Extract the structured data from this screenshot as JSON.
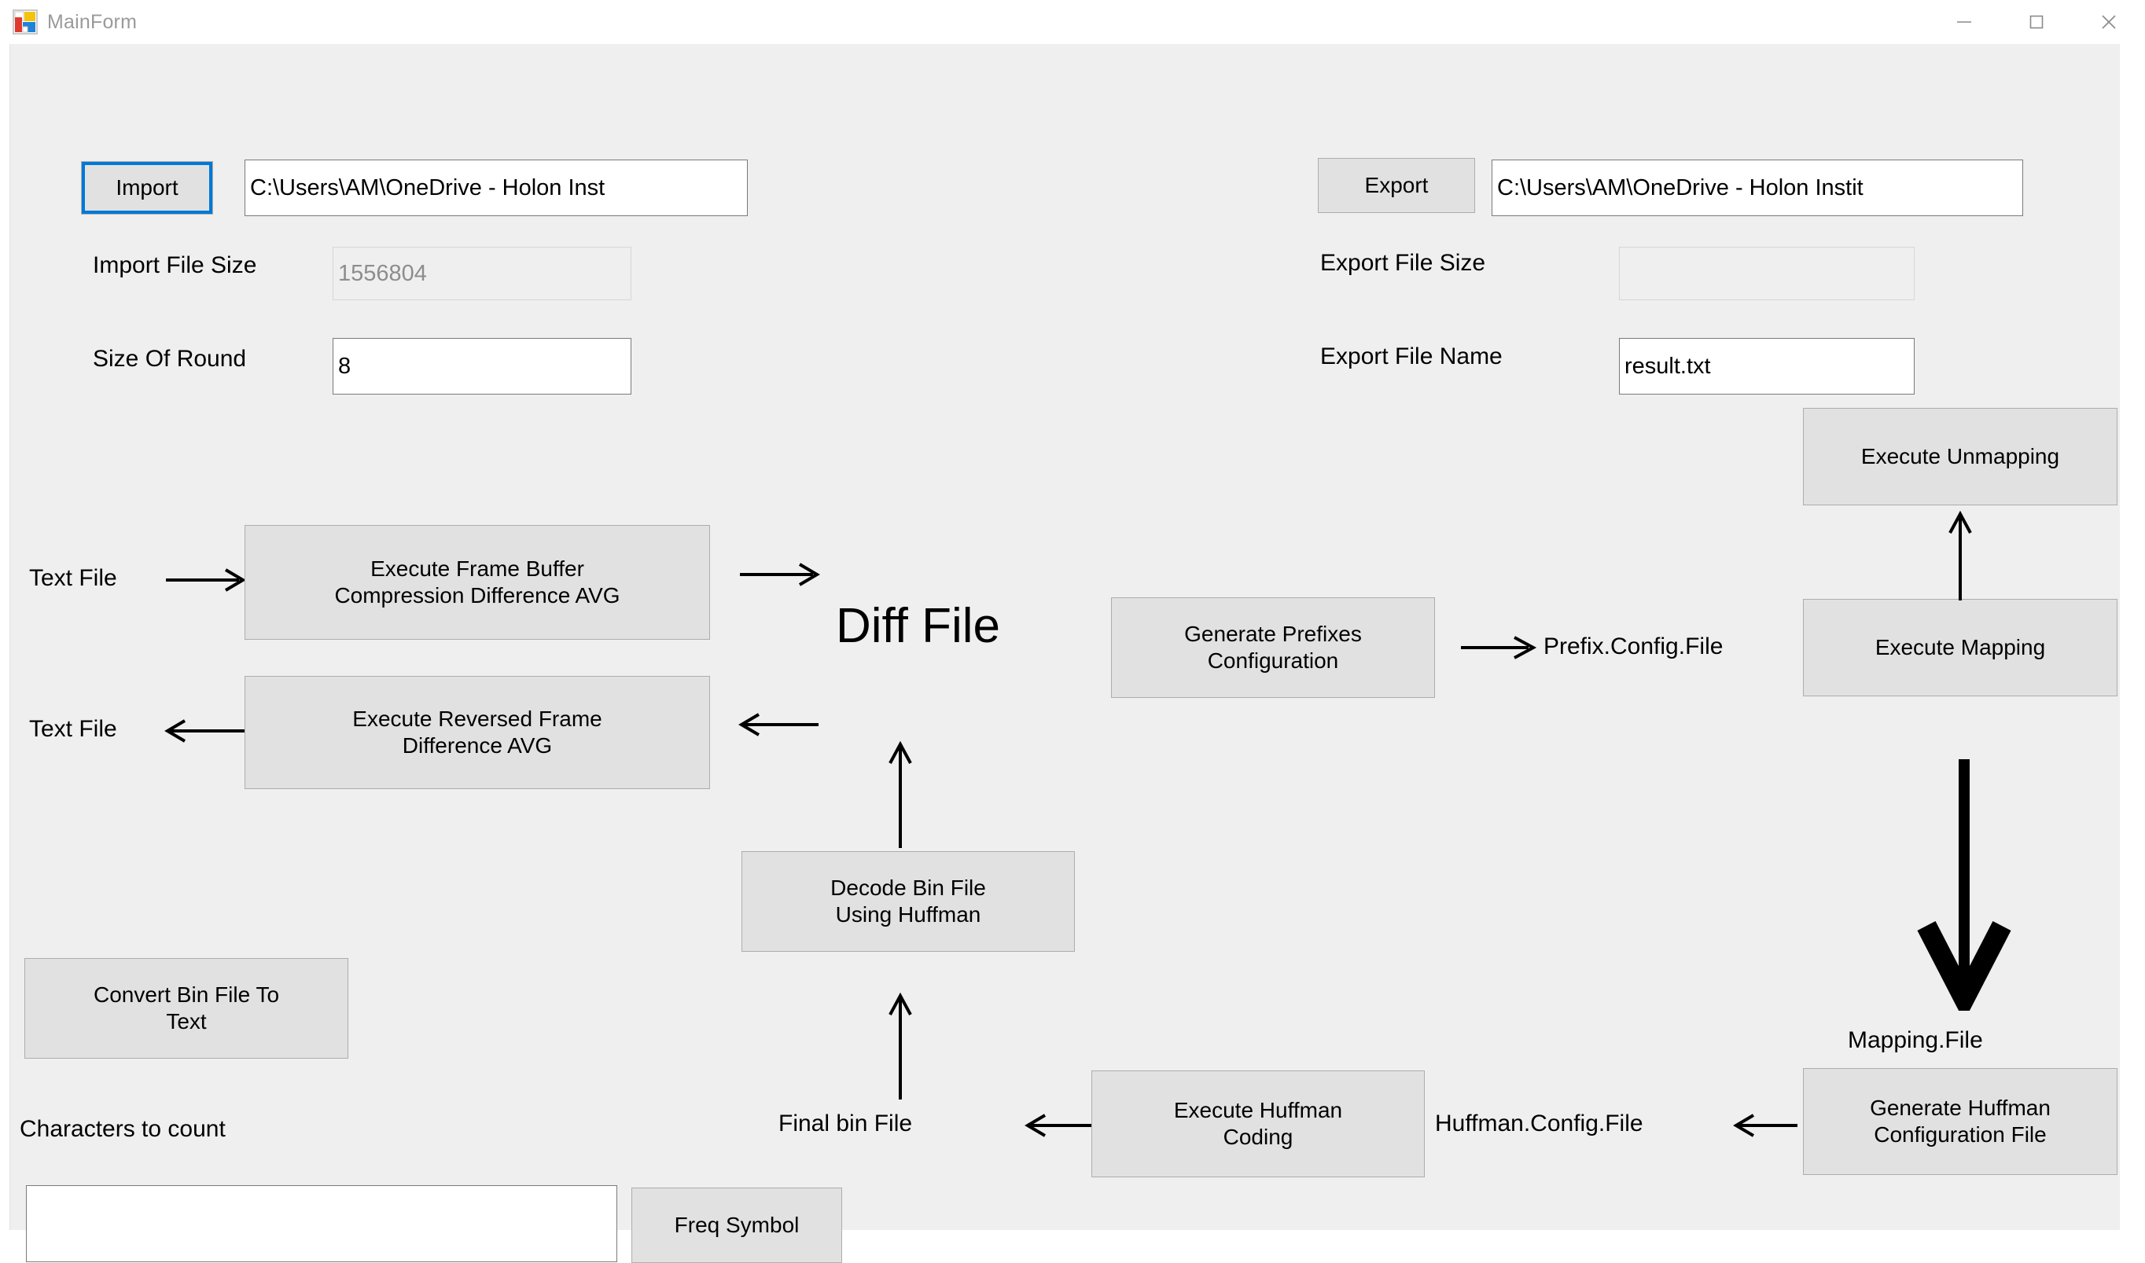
{
  "window": {
    "title": "MainForm",
    "icon": "winforms-app-icon",
    "controls": {
      "minimize": "minimize-icon",
      "maximize": "maximize-icon",
      "close": "close-icon"
    }
  },
  "import_panel": {
    "button_label": "Import",
    "path_value": "C:\\Users\\AM\\OneDrive - Holon Inst",
    "file_size_label": "Import File Size",
    "file_size_value": "1556804",
    "size_of_round_label": "Size Of Round",
    "size_of_round_value": "8"
  },
  "export_panel": {
    "button_label": "Export",
    "path_value": "C:\\Users\\AM\\OneDrive - Holon Instit",
    "file_size_label": "Export File Size",
    "file_size_value": "",
    "file_name_label": "Export File Name",
    "file_name_value": "result.txt"
  },
  "pipeline": {
    "text_file_in": "Text File",
    "text_file_out": "Text File",
    "btn_frame_buffer": "Execute Frame Buffer\nCompression Difference AVG",
    "btn_reversed_frame": "Execute Reversed Frame\nDifference AVG",
    "diff_file": "Diff File",
    "btn_decode_bin": "Decode Bin File\nUsing Huffman",
    "btn_generate_prefixes": "Generate Prefixes\nConfiguration",
    "prefix_config_file": "Prefix.Config.File",
    "btn_execute_mapping": "Execute Mapping",
    "btn_execute_unmapping": "Execute Unmapping",
    "mapping_file": "Mapping.File",
    "btn_generate_huffman_config": "Generate Huffman\nConfiguration File",
    "huffman_config_file": "Huffman.Config.File",
    "btn_execute_huffman": "Execute Huffman\nCoding",
    "final_bin_file": "Final bin File"
  },
  "tools": {
    "btn_convert_bin": "Convert Bin File To\nText",
    "characters_label": "Characters to count",
    "characters_value": "",
    "btn_freq_symbol": "Freq Symbol"
  },
  "colors": {
    "form_background": "#efefef",
    "button_face": "#e1e1e1",
    "button_border": "#adadad",
    "focus_accent": "#0078d7",
    "title_text": "#9a9a9a",
    "text": "#000000",
    "disabled_text": "#8d8d8d"
  }
}
